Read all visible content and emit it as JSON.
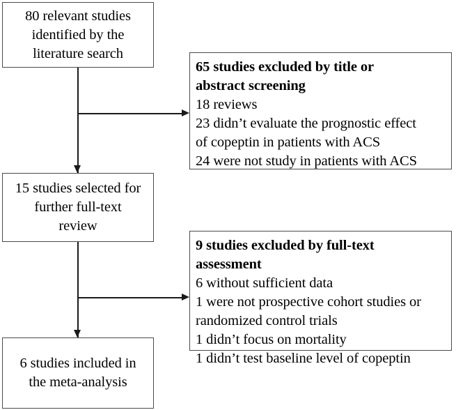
{
  "diagram": {
    "title": "Study selection flowchart",
    "type": "prisma-flow-diagram",
    "colors": {
      "box_border": "#4a4a4a",
      "connector": "#1a1a1a",
      "background": "#ffffff",
      "text": "#000000"
    }
  },
  "nodes": {
    "identified": {
      "id": "identified",
      "lines": [
        "80 relevant studies",
        "identified by the",
        "literature search"
      ],
      "count": 80
    },
    "selected": {
      "id": "selected",
      "lines": [
        "15 studies selected for",
        "further full-text",
        "review"
      ],
      "count": 15
    },
    "included": {
      "id": "included",
      "lines": [
        "6 studies included in",
        "the meta-analysis"
      ],
      "count": 6
    },
    "excluded_title_abstract": {
      "id": "excluded-title-abstract",
      "count": 65,
      "heading_lines": [
        "65 studies excluded by title or",
        "abstract screening"
      ],
      "reason_lines": [
        "18 reviews",
        "23 didn’t evaluate the prognostic effect",
        "of copeptin in patients with ACS",
        "24 were not study in patients with ACS"
      ]
    },
    "excluded_full_text": {
      "id": "excluded-full-text",
      "count": 9,
      "heading_lines": [
        "9 studies excluded by full-text",
        "assessment"
      ],
      "reason_lines": [
        "6 without sufficient data",
        "1 were not prospective cohort studies or",
        "randomized control trials",
        "1 didn’t focus on mortality",
        "1 didn’t test baseline level of copeptin"
      ]
    }
  },
  "connectors": [
    {
      "id": "identified-to-selected",
      "kind": "vertical-arrow",
      "from": "identified",
      "to": "selected"
    },
    {
      "id": "selected-to-included",
      "kind": "vertical-arrow",
      "from": "selected",
      "to": "included"
    },
    {
      "id": "to-excluded-title-abstract",
      "kind": "horizontal-arrow",
      "from": "identified-to-selected",
      "to": "excluded_title_abstract"
    },
    {
      "id": "to-excluded-full-text",
      "kind": "horizontal-arrow",
      "from": "selected-to-included",
      "to": "excluded_full_text"
    }
  ]
}
